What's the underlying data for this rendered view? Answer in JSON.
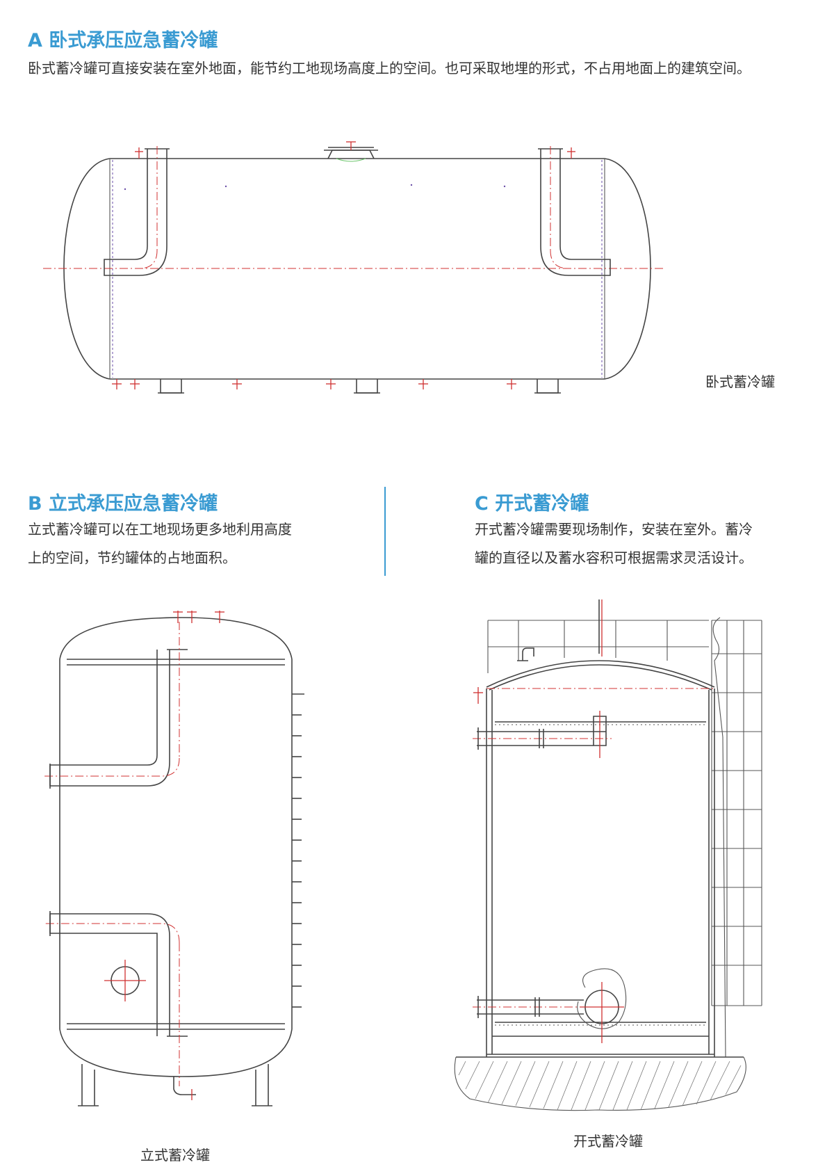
{
  "section_a": {
    "heading": "A 卧式承压应急蓄冷罐",
    "body": "卧式蓄冷罐可直接安装在室外地面，能节约工地现场高度上的空间。也可采取地埋的形式，不占用地面上的建筑空间。",
    "caption": "卧式蓄冷罐"
  },
  "section_b": {
    "heading": "B 立式承压应急蓄冷罐",
    "body_line1": "立式蓄冷罐可以在工地现场更多地利用高度",
    "body_line2": "上的空间，节约罐体的占地面积。",
    "caption": "立式蓄冷罐"
  },
  "section_c": {
    "heading": "C 开式蓄冷罐",
    "body_line1": "开式蓄冷罐需要现场制作，安装在室外。蓄冷",
    "body_line2": "罐的直径以及蓄水容积可根据需求灵活设计。",
    "caption": "开式蓄冷罐"
  },
  "colors": {
    "accent": "#3a9bd2",
    "centerline": "#d03030",
    "outline": "#444444"
  }
}
